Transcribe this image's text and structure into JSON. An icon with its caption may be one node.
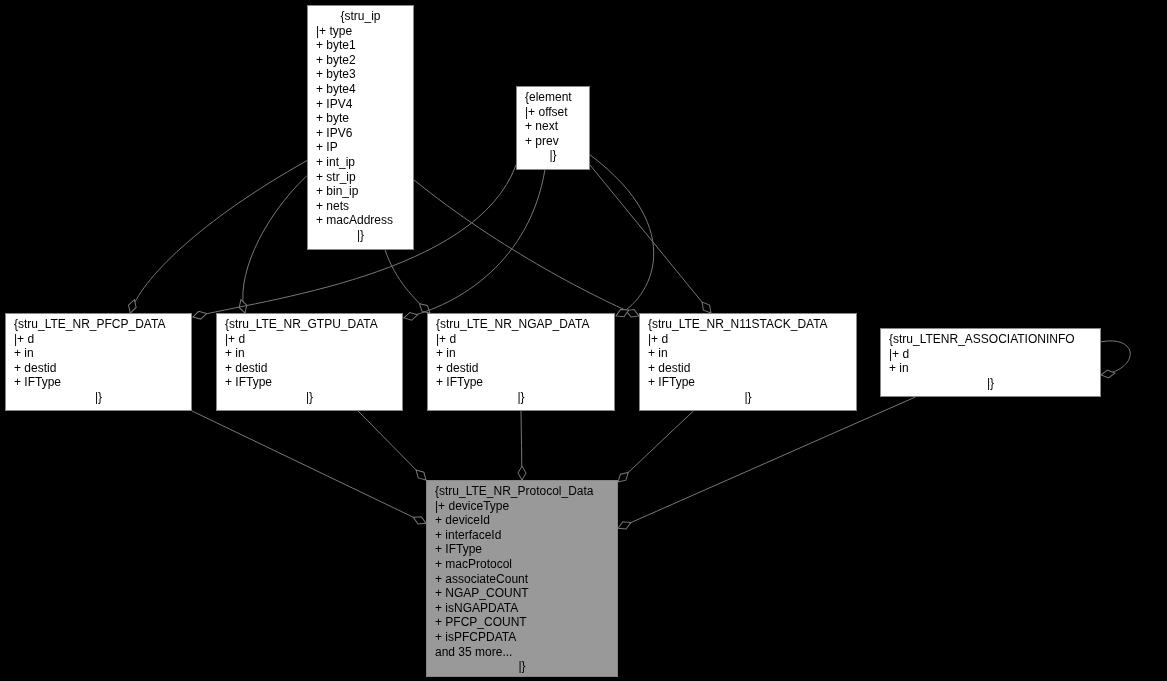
{
  "diagram": {
    "nodes": [
      {
        "text": [
          "{stru_ip",
          "|+ type",
          "+ byte1",
          "+ byte2",
          "+ byte3",
          "+ byte4",
          "+ IPV4",
          "+ byte",
          "+ IPV6",
          "+ IP",
          "+ int_ip",
          "+ str_ip",
          "+ bin_ip",
          "+ nets",
          "+ macAddress",
          "|}"
        ]
      },
      {
        "text": [
          "{element",
          "|+ offset",
          "+ next",
          "+ prev",
          "|}"
        ]
      },
      {
        "text": [
          "{stru_LTE_NR_PFCP_DATA",
          "|+ d",
          "+ in",
          "+ destid",
          "+ IFType",
          "|}"
        ]
      },
      {
        "text": [
          "{stru_LTE_NR_GTPU_DATA",
          "|+ d",
          "+ in",
          "+ destid",
          "+ IFType",
          "|}"
        ]
      },
      {
        "text": [
          "{stru_LTE_NR_NGAP_DATA",
          "|+ d",
          "+ in",
          "+ destid",
          "+ IFType",
          "|}"
        ]
      },
      {
        "text": [
          "{stru_LTE_NR_N11STACK_DATA",
          "|+ d",
          "+ in",
          "+ destid",
          "+ IFType",
          "|}"
        ]
      },
      {
        "text": [
          "{stru_LTENR_ASSOCIATIONINFO",
          "|+ d",
          "+ in",
          "|}"
        ]
      },
      {
        "text": [
          "{stru_LTE_NR_Protocol_Data",
          "|+ deviceType",
          "+ deviceId",
          "+ interfaceId",
          "+ IFType",
          "+ macProtocol",
          "+ associateCount",
          "+ NGAP_COUNT",
          "+ isNGAPDATA",
          "+ PFCP_COUNT",
          "+ isPFCPDATA",
          "and 35 more...",
          "|}"
        ]
      }
    ],
    "edges": [
      {
        "from": 0,
        "to": 2,
        "arrow": "other"
      },
      {
        "from": 0,
        "to": 3,
        "arrow": "other"
      },
      {
        "from": 0,
        "to": 4,
        "arrow": "other"
      },
      {
        "from": 0,
        "to": 5,
        "arrow": "other"
      },
      {
        "from": 1,
        "to": 2,
        "arrow": "other"
      },
      {
        "from": 1,
        "to": 3,
        "arrow": "other"
      },
      {
        "from": 1,
        "to": 4,
        "arrow": "other"
      },
      {
        "from": 1,
        "to": 5,
        "arrow": "other"
      },
      {
        "from": 2,
        "to": 7,
        "arrow": "other"
      },
      {
        "from": 3,
        "to": 7,
        "arrow": "other"
      },
      {
        "from": 4,
        "to": 7,
        "arrow": "other"
      },
      {
        "from": 5,
        "to": 7,
        "arrow": "other"
      },
      {
        "from": 6,
        "to": 7,
        "arrow": "other"
      },
      {
        "from": 6,
        "to": 6,
        "arrow": "other"
      }
    ]
  }
}
